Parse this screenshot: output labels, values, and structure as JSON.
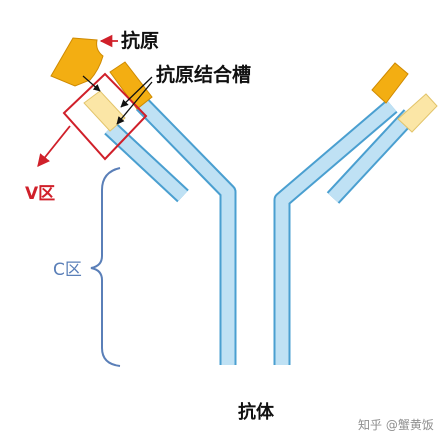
{
  "labels": {
    "antigen": "抗原",
    "binding_site": "抗原结合槽",
    "v_region": "V区",
    "c_region": "C区",
    "title": "抗体",
    "watermark": "知乎 @蟹黄饭"
  },
  "colors": {
    "heavy_chain": "#bfe1f4",
    "chain_outline": "#4a9fd0",
    "antigen_fill": "#f3ae12",
    "antigen_outline": "#cf8a00",
    "light_variable_fill": "#fbe6a6",
    "annotation_red": "#d0202a",
    "c_region_blue": "#5a7fb8"
  },
  "icons": {
    "antigen": "antigen-block",
    "annotation_arrow": "arrow-icon"
  }
}
